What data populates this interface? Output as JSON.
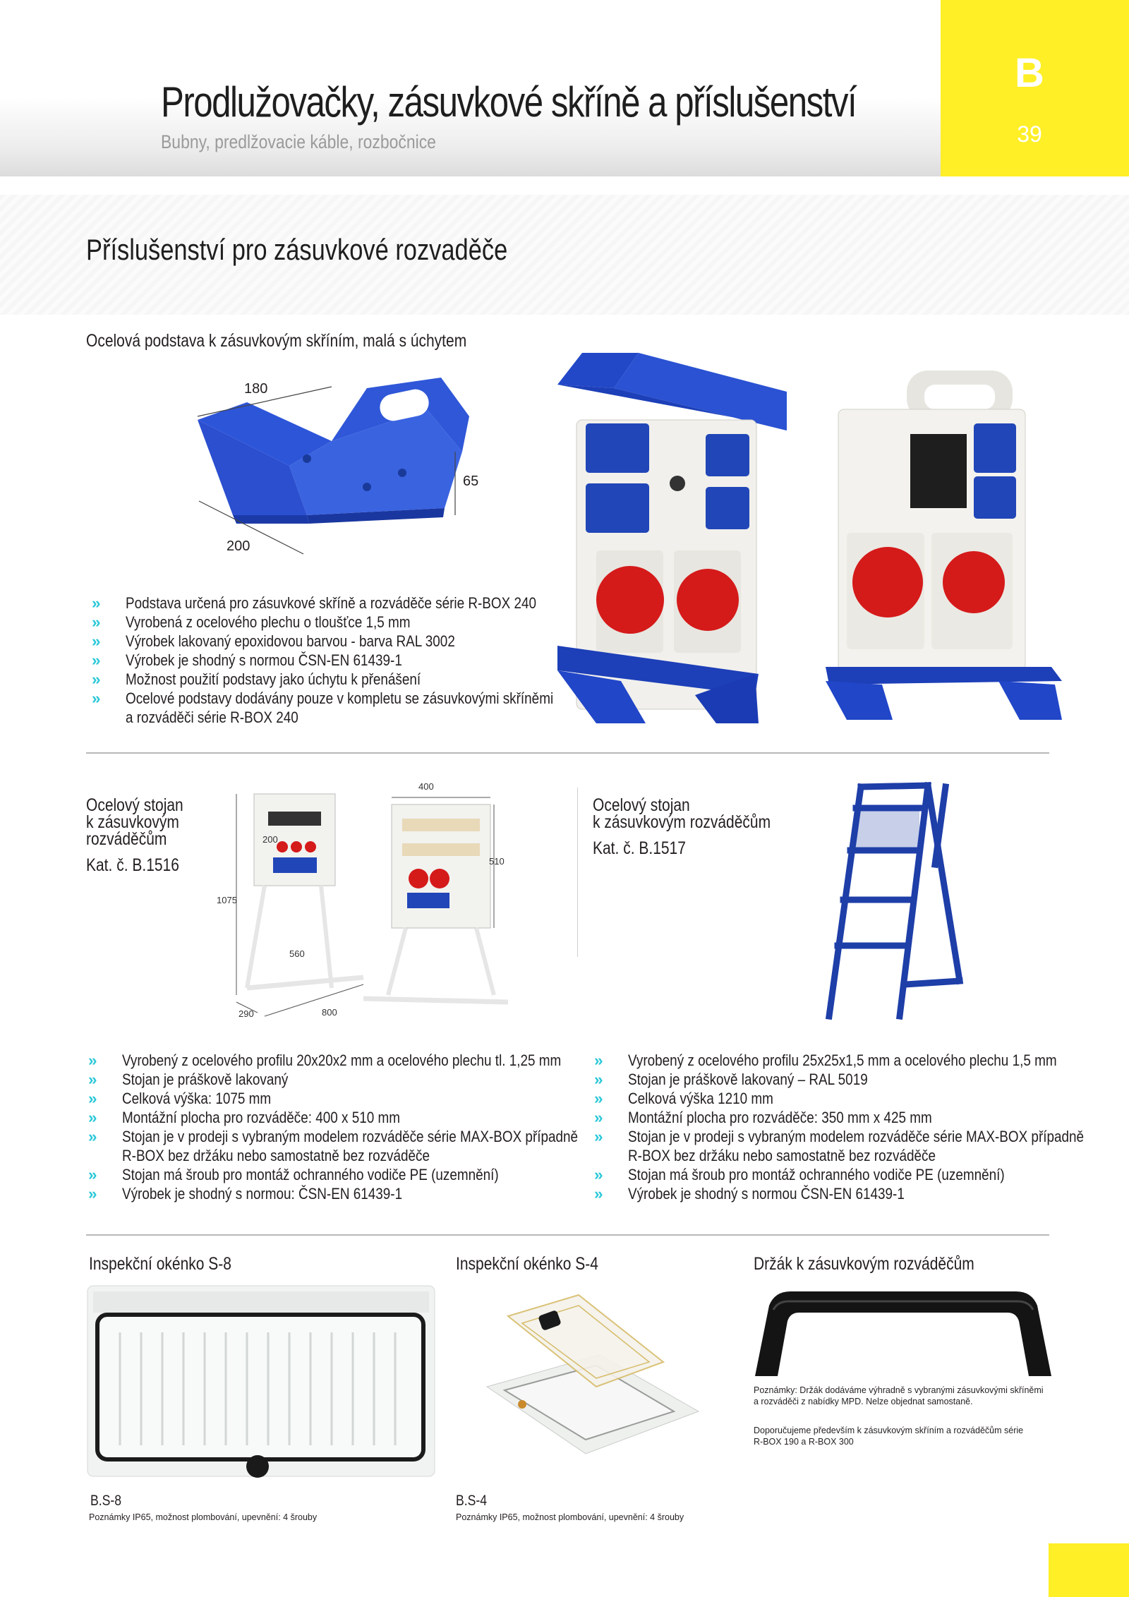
{
  "header": {
    "title": "Prodlužovačky, zásuvkové skříně a příslušenství",
    "subtitle": "Bubny, predlžovacie káble, rozbočnice",
    "section_letter": "B",
    "page_number": "39"
  },
  "section_title": "Příslušenství pro zásuvkové rozvaděče",
  "product_base": {
    "heading": "Ocelová podstava k zásuvkovým skříním, malá s úchytem",
    "dims": {
      "width": "180",
      "depth": "200",
      "height": "65"
    },
    "bullets": [
      "Podstava určená pro zásuvkové skříně a rozváděče série R-BOX 240",
      "Vyrobená z ocelového plechu o tloušťce 1,5 mm",
      "Výrobek lakovaný epoxidovou barvou - barva RAL 3002",
      "Výrobek je shodný s normou ČSN-EN 61439-1",
      "Možnost použití podstavy jako úchytu k přenášení",
      "Ocelové podstavy dodávány pouze v kompletu se zásuvkovými skříněmi",
      "a rozváděči série R-BOX 240"
    ]
  },
  "product_b1516": {
    "heading_lines": [
      "Ocelový stojan",
      "k zásuvkovým",
      "rozváděčům"
    ],
    "kat": "Kat. č. B.1516",
    "dims": {
      "top": "400",
      "box_height": "510",
      "total_height": "1075",
      "box_width": "200",
      "leg_height": "560",
      "depth": "290",
      "base_width": "800"
    },
    "bullets": [
      "Vyrobený z ocelového profilu 20x20x2 mm a ocelového plechu tl. 1,25 mm",
      "Stojan je práškově lakovaný",
      "Celková výška: 1075 mm",
      "Montážní plocha pro rozváděče: 400 x 510 mm",
      "Stojan je v prodeji s vybraným modelem rozváděče série MAX-BOX případně",
      "R-BOX bez držáku nebo samostatně bez rozváděče",
      "Stojan má šroub pro montáž ochranného vodiče PE (uzemnění)",
      "Výrobek je shodný s normou: ČSN-EN 61439-1"
    ]
  },
  "product_b1517": {
    "heading_lines": [
      "Ocelový stojan",
      "k zásuvkovým rozváděčům"
    ],
    "kat": "Kat. č. B.1517",
    "bullets": [
      "Vyrobený z ocelového profilu 25x25x1,5 mm a ocelového plechu 1,5 mm",
      "Stojan je práškově lakovaný – RAL 5019",
      "Celková výška 1210 mm",
      "Montážní plocha pro rozváděče: 350 mm x 425 mm",
      "Stojan je v prodeji s vybraným modelem rozváděče série MAX-BOX případně",
      "R-BOX bez držáku nebo samostatně bez rozváděče",
      "Stojan má šroub pro montáž ochranného vodiče PE (uzemnění)",
      "Výrobek je shodný s normou ČSN-EN 61439-1"
    ]
  },
  "product_s8": {
    "heading": "Inspekční okénko S-8",
    "code": "B.S-8",
    "note": "Poznámky   IP65, možnost plombování, upevnění: 4 šrouby"
  },
  "product_s4": {
    "heading": "Inspekční okénko S-4",
    "code": "B.S-4",
    "note": "Poznámky   IP65, možnost plombování, upevnění: 4 šrouby"
  },
  "product_handle": {
    "heading": "Držák k zásuvkovým rozváděčům",
    "note_lines": [
      "Poznámky: Držák dodáváme výhradně s vybranými zásuvkovými skříněmi",
      "a rozváděči z nabídky MPD. Nelze objednat samostaně.",
      "",
      "Doporučujeme především k zásuvkovým skříním a rozváděčům série",
      "R-BOX 190 a R-BOX 300"
    ]
  },
  "colors": {
    "accent_yellow": "#ffef26",
    "bullet_cyan": "#2bc8d8",
    "steel_blue": "#1e3ea8"
  }
}
